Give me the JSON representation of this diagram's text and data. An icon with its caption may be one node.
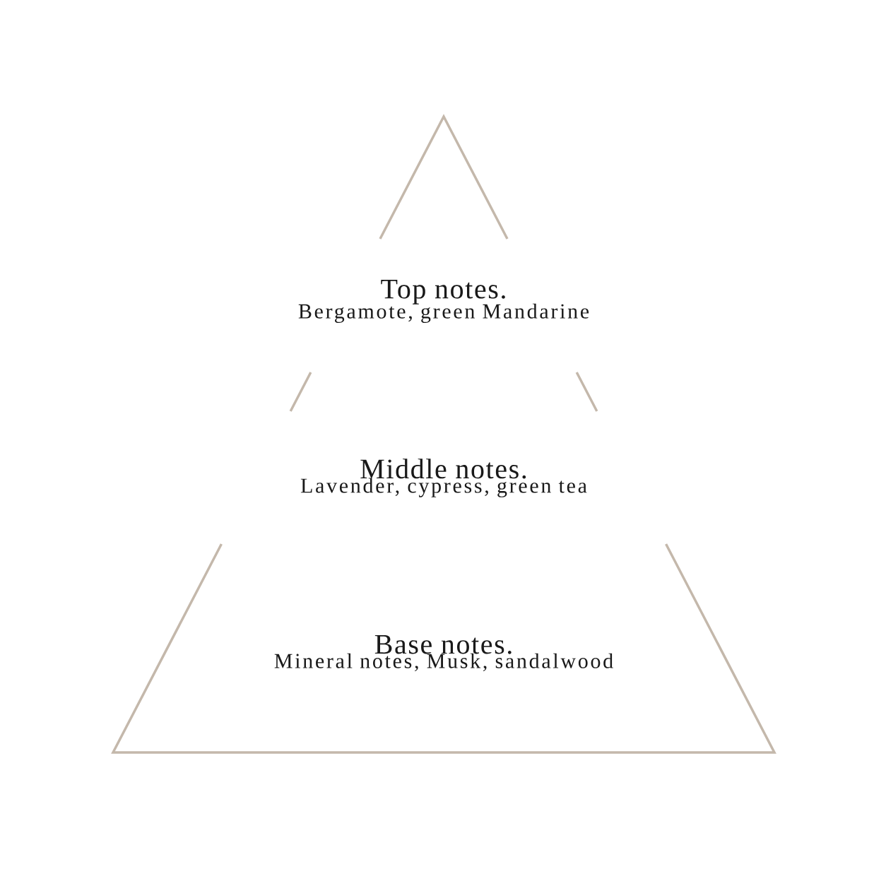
{
  "diagram": {
    "nodes": [
      {
        "text": [
          "Top notes.",
          "Bergamote, green Mandarine"
        ]
      },
      {
        "text": [
          "Middle notes.",
          "Lavender, cypress, green tea"
        ]
      },
      {
        "text": [
          "Base notes.",
          "Mineral notes, Musk, sandalwood"
        ]
      }
    ]
  }
}
